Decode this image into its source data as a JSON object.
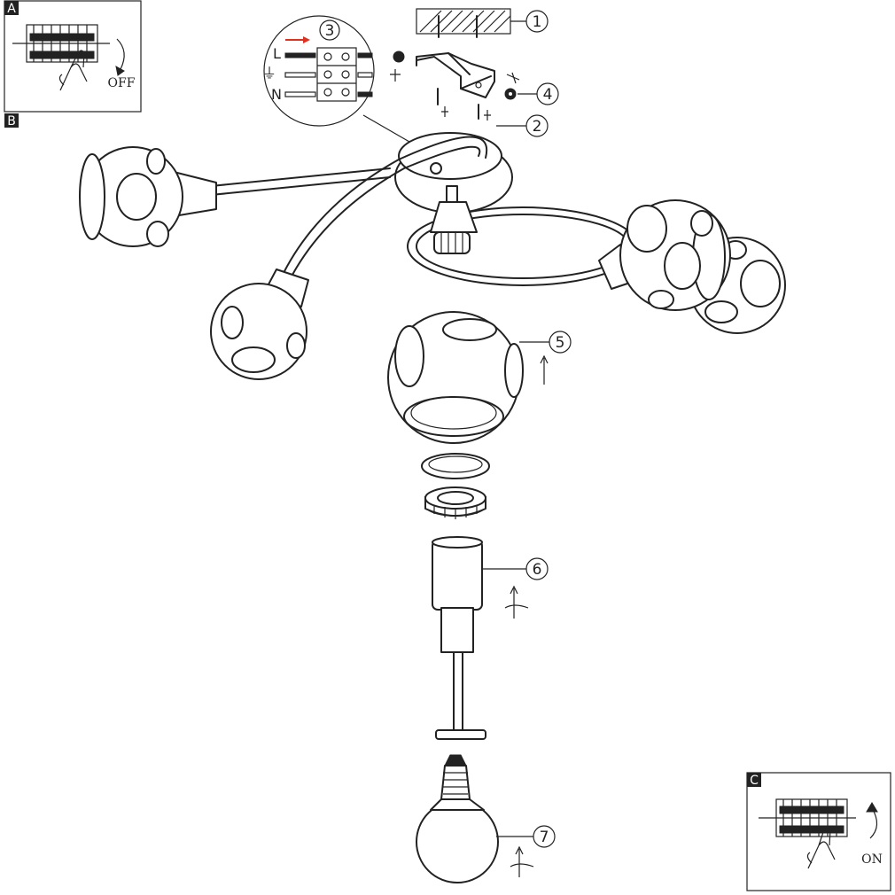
{
  "panels": {
    "a": {
      "tag": "A",
      "state": "OFF"
    },
    "b": {
      "tag": "B"
    },
    "c": {
      "tag": "C",
      "state": "ON"
    }
  },
  "wiring": {
    "step": "3",
    "live": "L",
    "earth_symbol": "⏚",
    "neutral": "N",
    "arrow_color": "#e0301e"
  },
  "callouts": [
    "1",
    "2",
    "4",
    "5",
    "6",
    "7"
  ],
  "icons": [
    "circuit-breaker-icon",
    "hand-icon",
    "rotate-arrow-icon",
    "screw-icon",
    "nut-icon",
    "terminal-block-icon",
    "bulb-icon"
  ]
}
